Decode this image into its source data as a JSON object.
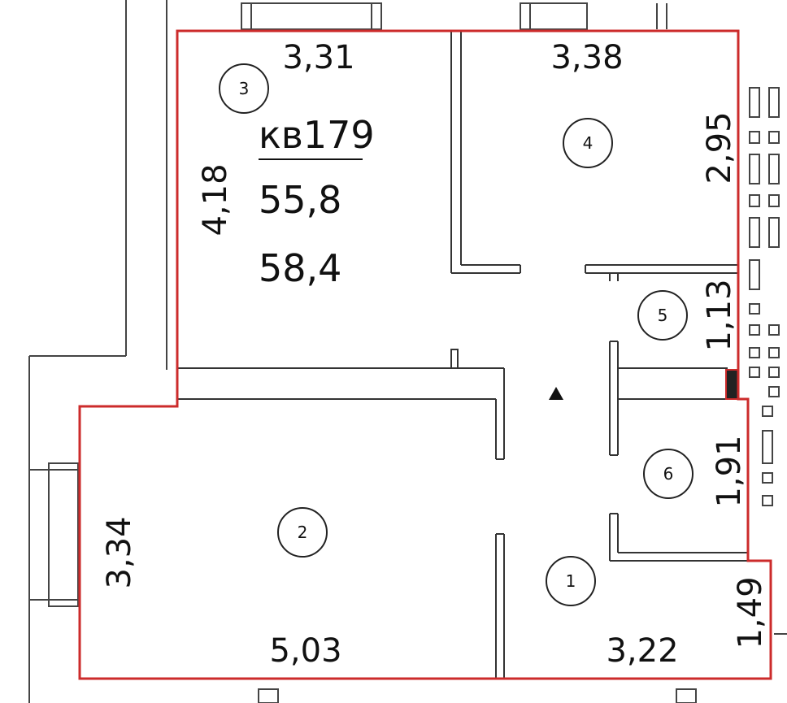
{
  "apartment": {
    "label": "кв179",
    "area_living": "55,8",
    "area_total": "58,4"
  },
  "rooms": [
    {
      "id": "1",
      "label": "1"
    },
    {
      "id": "2",
      "label": "2"
    },
    {
      "id": "3",
      "label": "3"
    },
    {
      "id": "4",
      "label": "4"
    },
    {
      "id": "5",
      "label": "5"
    },
    {
      "id": "6",
      "label": "6"
    }
  ],
  "dimensions": {
    "room3_width": "3,31",
    "room3_height": "4,18",
    "room4_width": "3,38",
    "room4_height": "2,95",
    "room5_height": "1,13",
    "room6_height": "1,91",
    "room2_height": "3,34",
    "room2_width": "5,03",
    "room1_width": "3,22",
    "room1_height": "1,49"
  },
  "colors": {
    "outline": "#cc2b2b",
    "walls": "#333333",
    "background": "#ffffff"
  }
}
